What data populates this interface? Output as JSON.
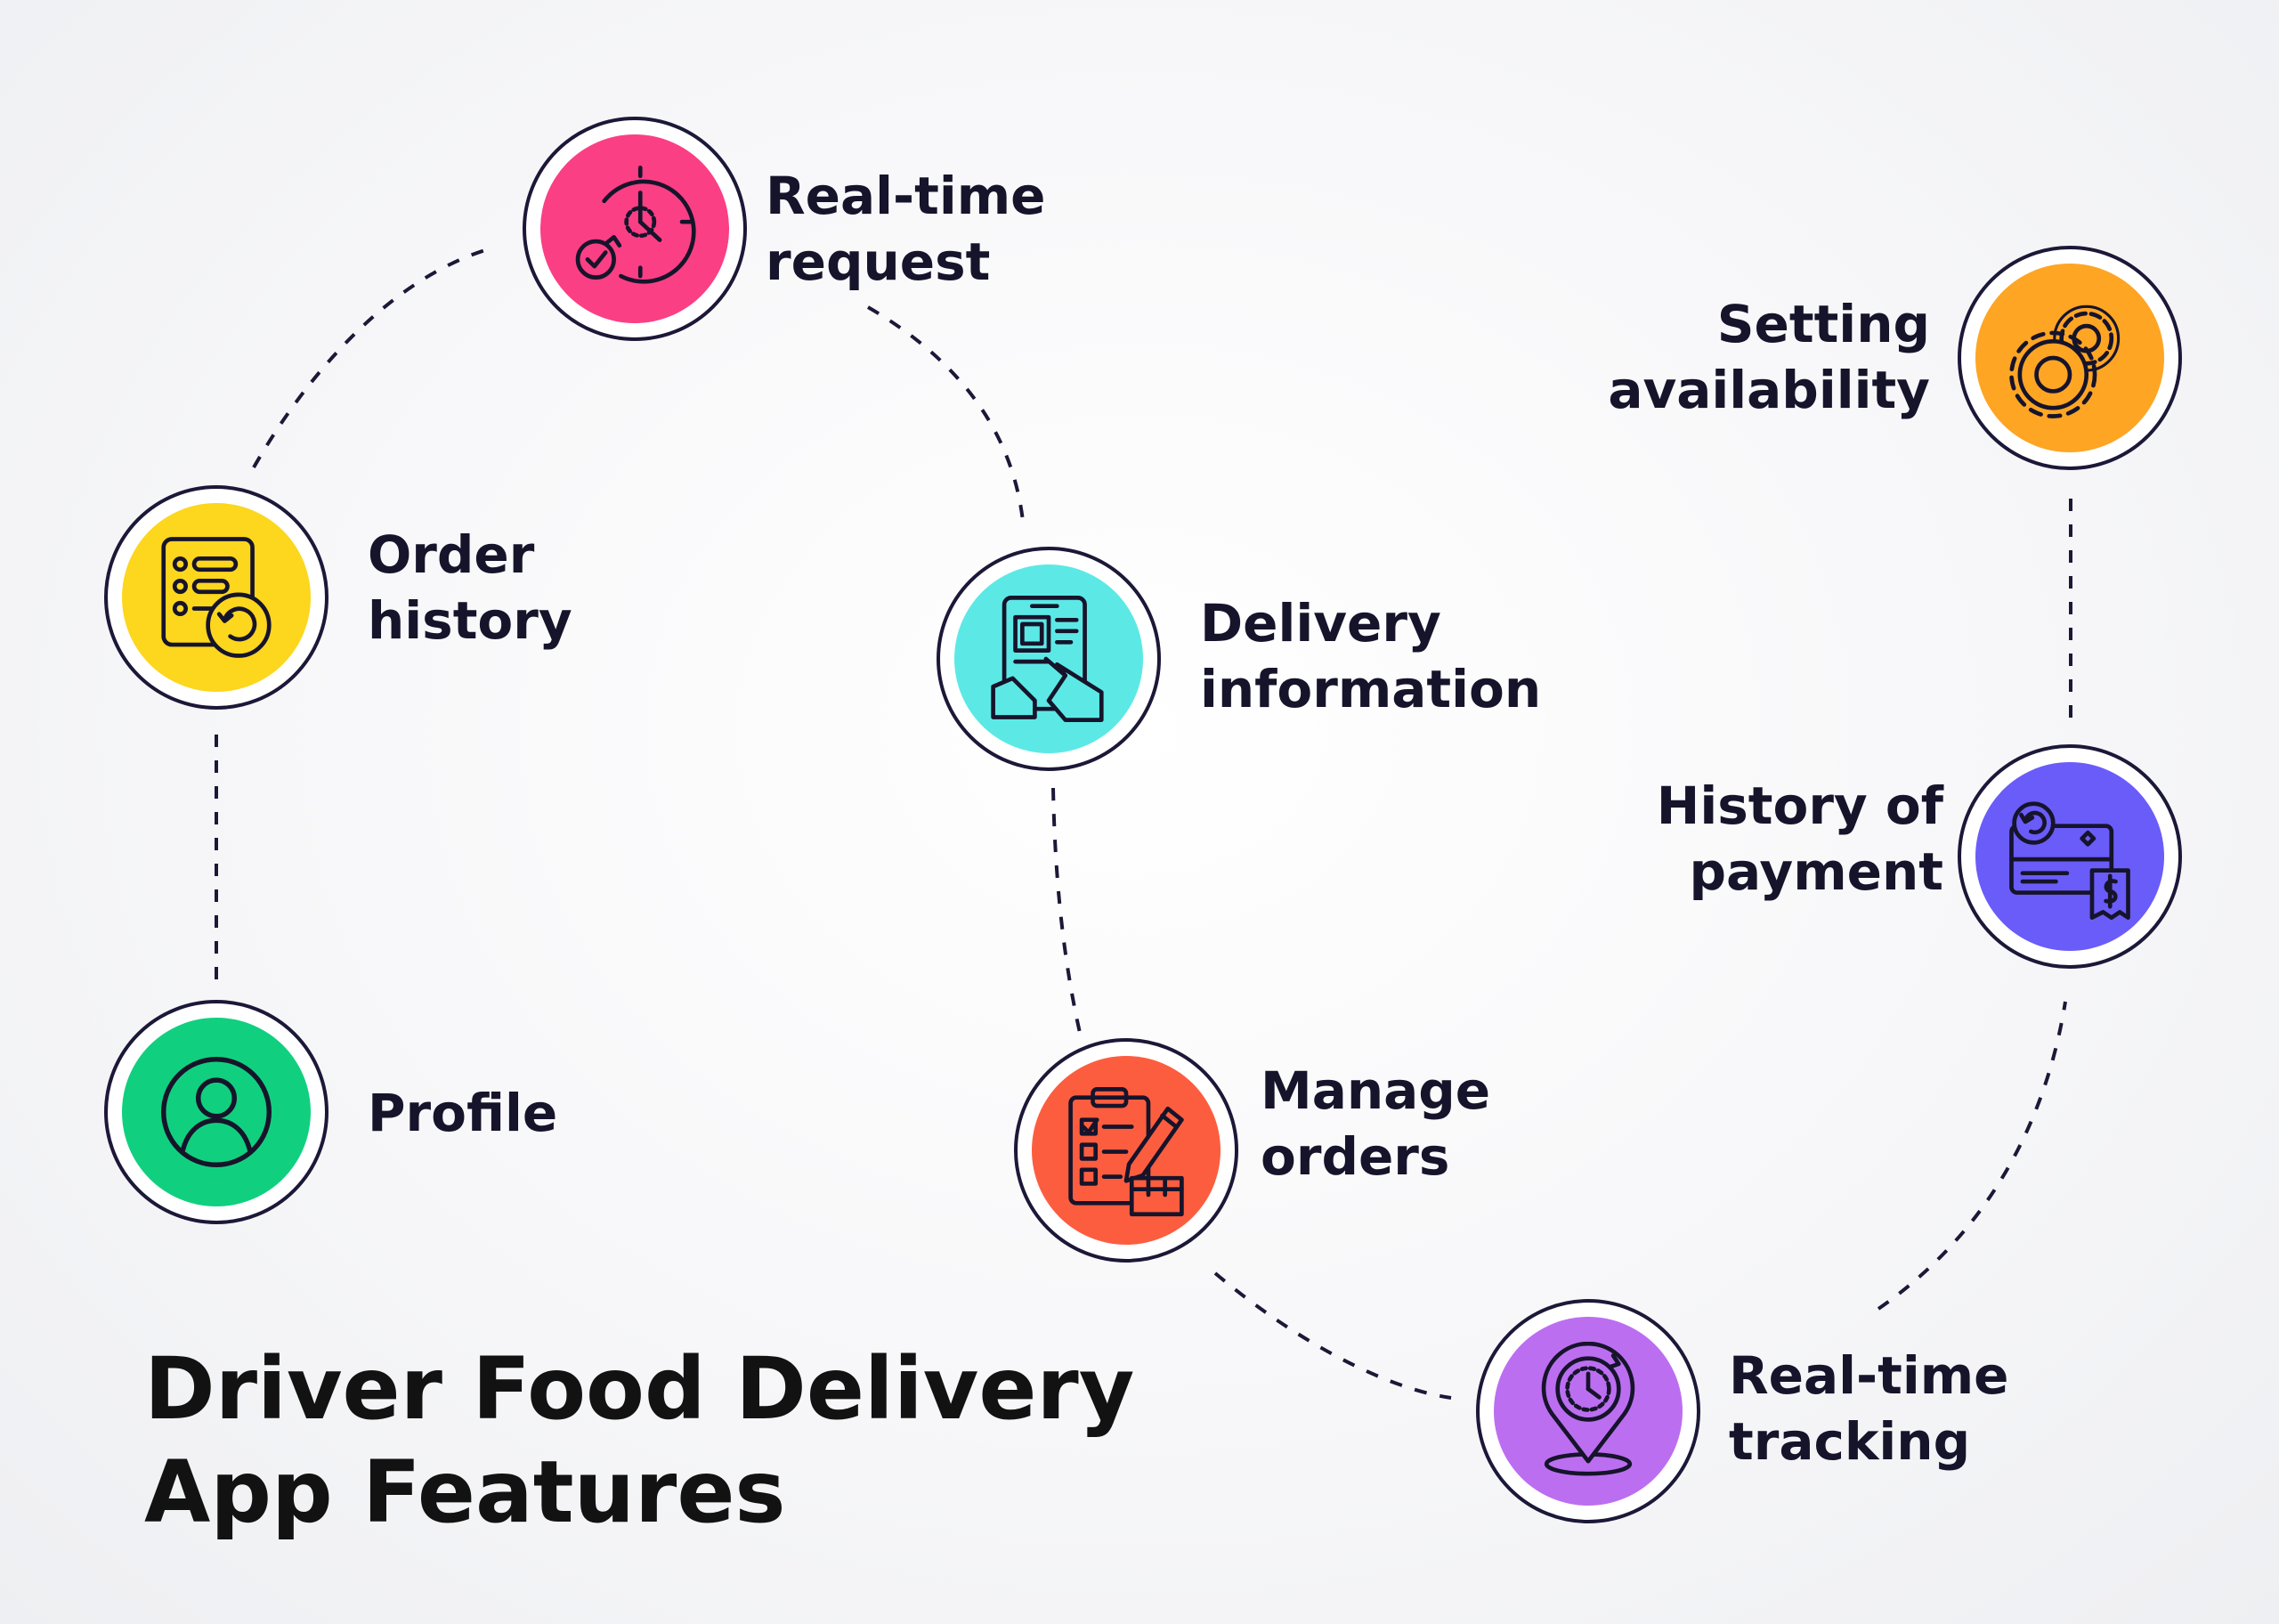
{
  "title": {
    "line1": "Driver Food Delivery",
    "line2": "App Features"
  },
  "features": [
    {
      "id": "realtime-request",
      "line1": "Real-time",
      "line2": "request",
      "color": "#fb3f84",
      "icon": "clock-icon"
    },
    {
      "id": "order-history",
      "line1": "Order",
      "line2": "history",
      "color": "#fdd61e",
      "icon": "order-history-icon"
    },
    {
      "id": "profile",
      "line1": "Profile",
      "line2": "",
      "color": "#10d07f",
      "icon": "user-profile-icon"
    },
    {
      "id": "delivery-information",
      "line1": "Delivery",
      "line2": "information",
      "color": "#5ce9e6",
      "icon": "tablet-touch-icon"
    },
    {
      "id": "manage-orders",
      "line1": "Manage",
      "line2": "orders",
      "color": "#fd5d3f",
      "icon": "clipboard-pencil-icon"
    },
    {
      "id": "setting-availability",
      "line1": "Setting",
      "line2": "availability",
      "color": "#fea524",
      "icon": "gears-icon"
    },
    {
      "id": "history-of-payment",
      "line1": "History of",
      "line2": "payment",
      "color": "#6a5cf9",
      "icon": "payment-card-icon"
    },
    {
      "id": "realtime-tracking",
      "line1": "Real-time",
      "line2": "tracking",
      "color": "#bc6ef1",
      "icon": "location-pin-icon"
    }
  ]
}
